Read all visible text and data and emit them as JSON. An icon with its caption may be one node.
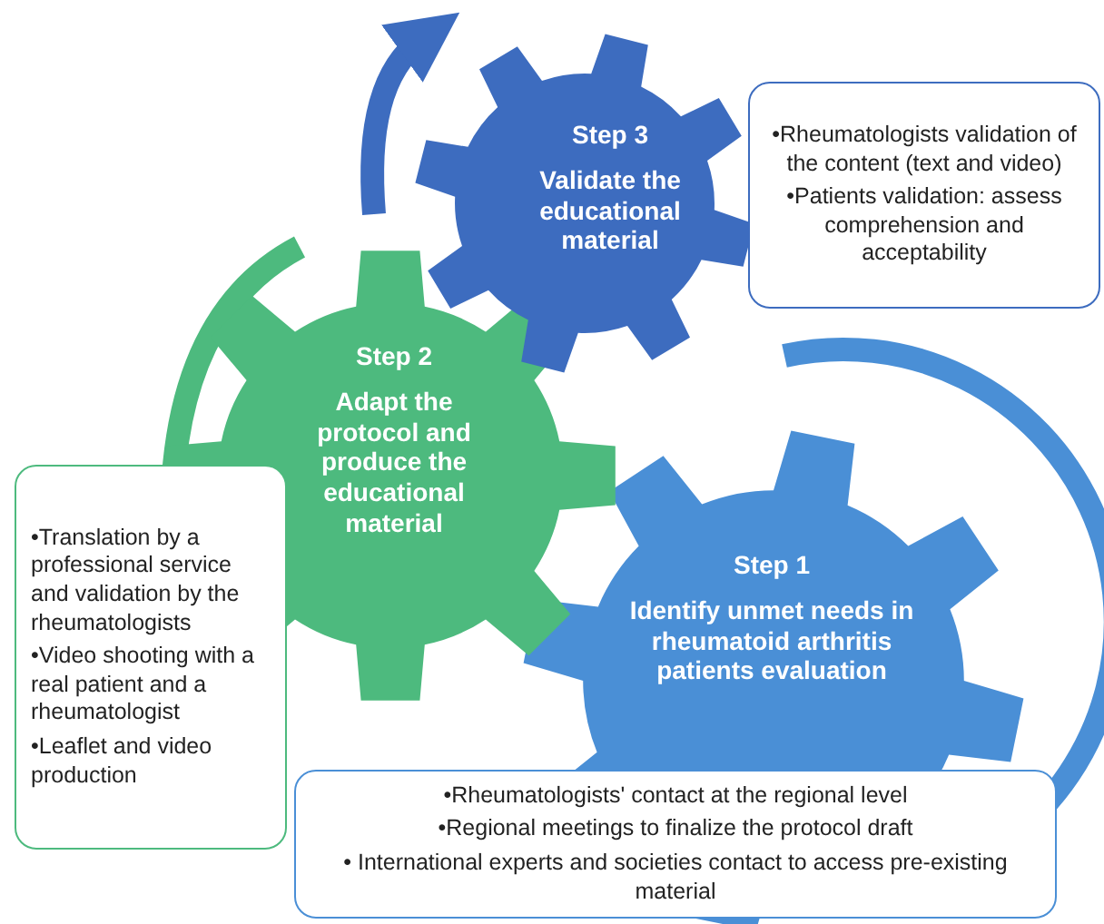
{
  "diagram": {
    "nodes": [
      {
        "text": [
          "Step 3",
          "Validate the educational material"
        ]
      },
      {
        "text": [
          "•Rheumatologists validation of the content (text and video)",
          "•Patients validation: assess comprehension and acceptability"
        ]
      },
      {
        "text": [
          "Step 2",
          "Adapt the protocol and produce the educational material"
        ]
      },
      {
        "text": [
          "•Translation by a professional service and validation by the rheumatologists",
          "•Video shooting with a real patient and a rheumatologist",
          "•Leaflet and video production"
        ]
      },
      {
        "text": [
          "Step 1",
          "Identify unmet needs in rheumatoid arthritis patients evaluation"
        ]
      },
      {
        "text": [
          "•Rheumatologists' contact at the regional level",
          "•Regional meetings to finalize the protocol draft",
          "• International experts and societies contact to access pre-existing material"
        ]
      }
    ]
  }
}
